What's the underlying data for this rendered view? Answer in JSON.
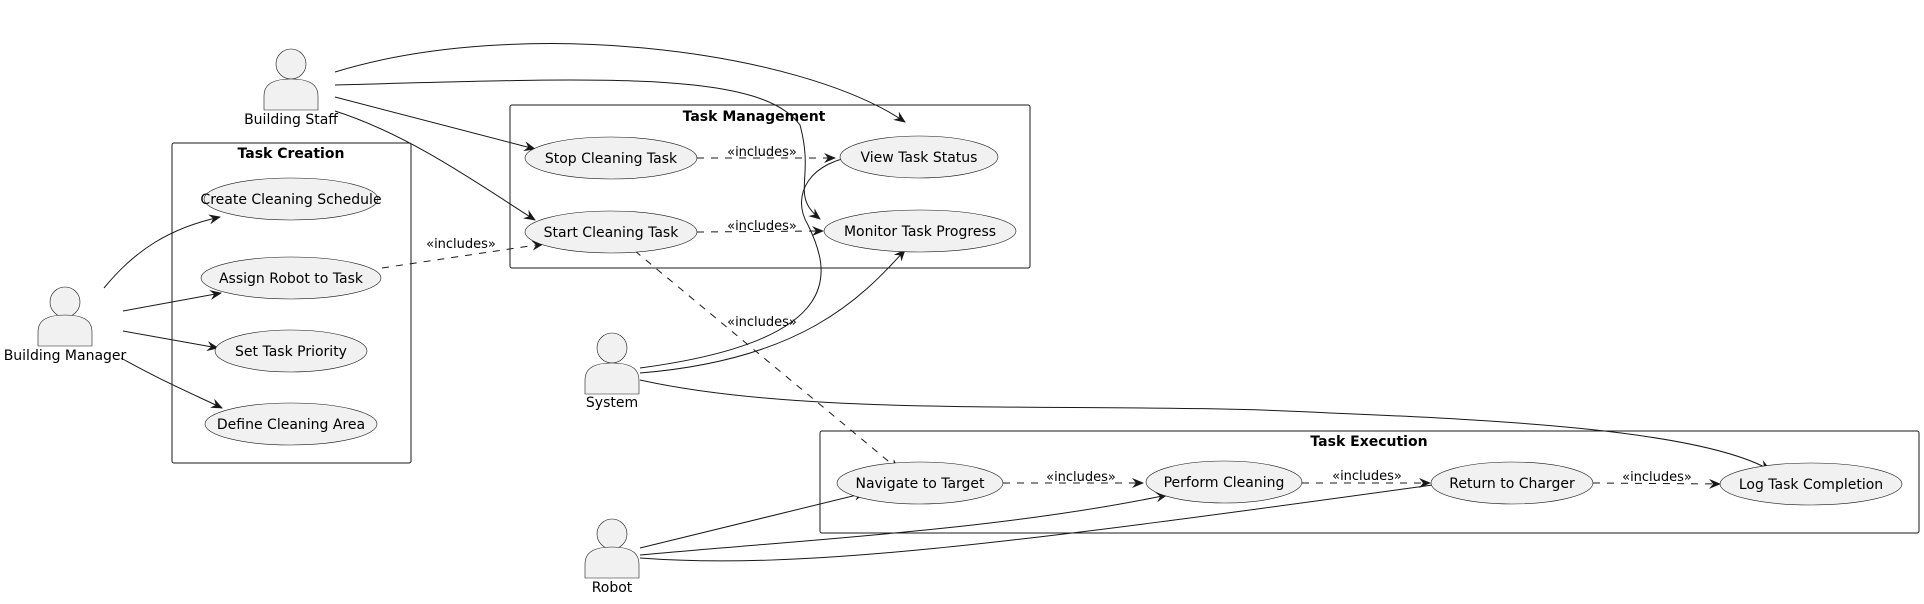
{
  "packages": {
    "creation": {
      "title": "Task Creation"
    },
    "management": {
      "title": "Task Management"
    },
    "execution": {
      "title": "Task Execution"
    }
  },
  "actors": {
    "building_staff": {
      "label": "Building Staff"
    },
    "building_manager": {
      "label": "Building Manager"
    },
    "system": {
      "label": "System"
    },
    "robot": {
      "label": "Robot"
    }
  },
  "use_cases": {
    "create_schedule": "Create Cleaning Schedule",
    "assign_robot": "Assign Robot to Task",
    "set_priority": "Set Task Priority",
    "define_area": "Define Cleaning Area",
    "stop_task": "Stop Cleaning Task",
    "start_task": "Start Cleaning Task",
    "view_status": "View Task Status",
    "monitor_progress": "Monitor Task Progress",
    "navigate": "Navigate to Target",
    "perform": "Perform Cleaning",
    "return_charger": "Return to Charger",
    "log_completion": "Log Task Completion"
  },
  "relation_label": "«includes»"
}
